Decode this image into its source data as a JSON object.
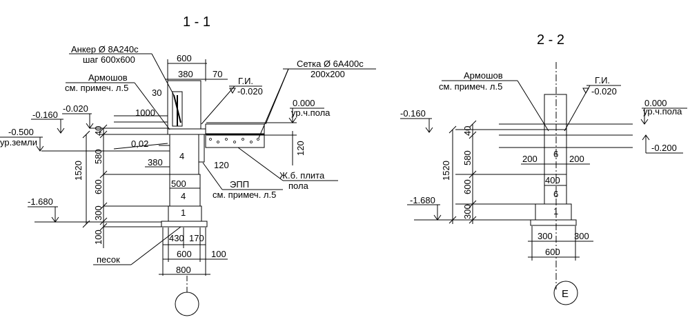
{
  "section11": {
    "title": "1 - 1",
    "anchor_line1": "Анкер Ø 8А240с",
    "anchor_line2": "шаг 600х600",
    "d600": "600",
    "d380": "380",
    "d70": "70",
    "armoshov1": "Армошов",
    "armoshov2": "см. примеч. л.5",
    "d30": "30",
    "gi": "Г.И.",
    "gi_level": "-0.020",
    "mesh_line1": "Сетка Ø 6А400с",
    "mesh_line2": "200х200",
    "floor_level": "0.000",
    "floor_label": "ур.ч.пола",
    "lvl_m0160": "-0.160",
    "lvl_m0020": "-0.020",
    "d1000": "1000",
    "lvl_m0500": "-0.500",
    "ground_label": "ур.земли",
    "d40": "40",
    "slope": "0,02",
    "d120a": "120",
    "d580": "580",
    "n4a": "4",
    "d380b": "380",
    "d120b": "120",
    "slab1": "Ж.б. плита",
    "slab2": "пола",
    "d1520": "1520",
    "d500": "500",
    "epp1": "ЭПП",
    "epp2": "см. примеч. л.5",
    "d600v": "600",
    "n4b": "4",
    "lvl_m1680": "-1.680",
    "d300": "300",
    "n1": "1",
    "d100": "100",
    "d430": "430",
    "d170": "170",
    "sand": "песок",
    "d600b": "600",
    "d100b": "100",
    "d800": "800"
  },
  "section22": {
    "title": "2 - 2",
    "armoshov1": "Армошов",
    "armoshov2": "см. примеч. л.5",
    "gi": "Г.И.",
    "gi_level": "-0.020",
    "floor_level": "0.000",
    "floor_label": "ур.ч.пола",
    "lvl_m0160": "-0.160",
    "d40": "40",
    "lvl_m0200": "-0.200",
    "d200l": "200",
    "n6a": "6",
    "d200r": "200",
    "d580": "580",
    "d1520": "1520",
    "d400": "400",
    "d600v": "600",
    "n6b": "6",
    "lvl_m1680": "-1.680",
    "d300v": "300",
    "n1": "1",
    "d300l": "300",
    "d300r": "300",
    "d600": "600",
    "axis": "Е"
  }
}
